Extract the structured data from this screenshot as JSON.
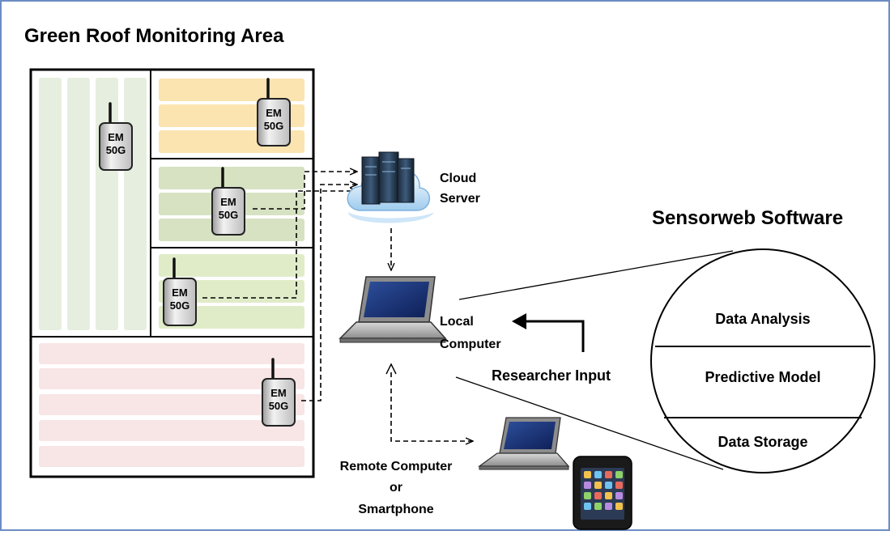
{
  "title": "Green Roof Monitoring Area",
  "sensor_label_line1": "EM",
  "sensor_label_line2": "50G",
  "cloud": {
    "line1": "Cloud",
    "line2": "Server"
  },
  "local": {
    "line1": "Local",
    "line2": "Computer"
  },
  "researcher_input": "Researcher Input",
  "remote": {
    "line1": "Remote Computer",
    "line2": "or",
    "line3": "Smartphone"
  },
  "software": {
    "title": "Sensorweb Software",
    "sections": [
      "Data  Analysis",
      "Predictive  Model",
      "Data Storage"
    ]
  },
  "colors": {
    "border_blue": "#6b8cc4",
    "strip_green": "#e6efdf",
    "strip_yellow": "#fbe4b0",
    "strip_olive": "#d6e2c2",
    "strip_lightgreen": "#e0ecc8",
    "strip_pink": "#f8e5e5"
  }
}
